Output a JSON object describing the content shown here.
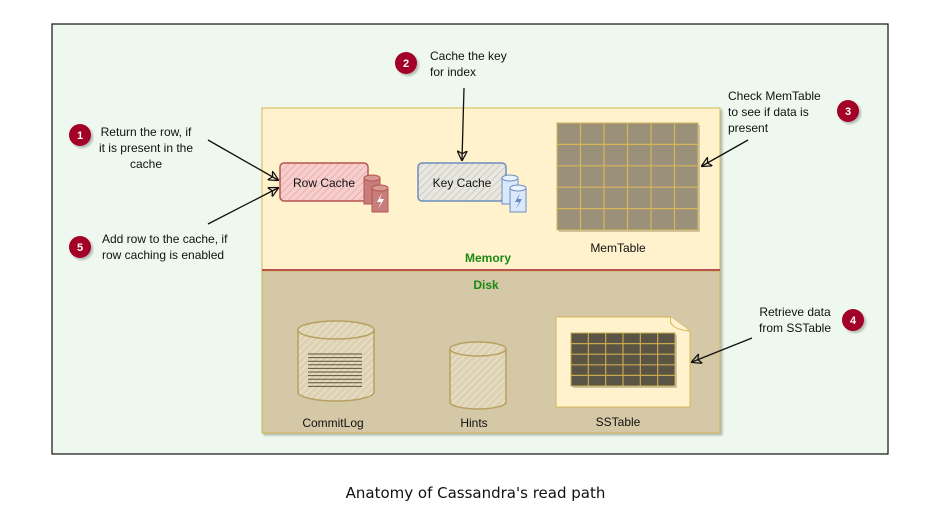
{
  "diagram": {
    "caption": "Anatomy of Cassandra's read path",
    "zones": {
      "memory": {
        "label": "Memory",
        "fill": "#fff2cc",
        "stroke": "#d6b656"
      },
      "disk": {
        "label": "Disk",
        "fill": "#d5c8a6",
        "stroke": "#d6b656"
      },
      "background": "#eef8ee",
      "divider": "#b85450",
      "zone_label_color": "#1a8a12"
    },
    "components": {
      "row_cache": {
        "label": "Row Cache",
        "color": "#b85450",
        "fill": "#f8cecc"
      },
      "key_cache": {
        "label": "Key Cache",
        "color": "#6c8ebf",
        "fill": "#dae8fc"
      },
      "memtable": {
        "label": "MemTable",
        "rows": 5,
        "cols": 6
      },
      "commitlog": {
        "label": "CommitLog"
      },
      "hints": {
        "label": "Hints"
      },
      "sstable": {
        "label": "SSTable",
        "rows": 5,
        "cols": 6
      }
    },
    "steps": [
      {
        "number": "1",
        "lines": [
          "Return the row, if",
          "it is present in the",
          "cache"
        ]
      },
      {
        "number": "2",
        "lines": [
          "Cache the key",
          "for index"
        ]
      },
      {
        "number": "3",
        "lines": [
          "Check MemTable",
          "to see if data is",
          "present"
        ]
      },
      {
        "number": "4",
        "lines": [
          "Retrieve data",
          "from SSTable"
        ]
      },
      {
        "number": "5",
        "lines": [
          "Add row to the cache, if",
          "row caching is enabled"
        ]
      }
    ],
    "badge_color": "#a20025"
  }
}
